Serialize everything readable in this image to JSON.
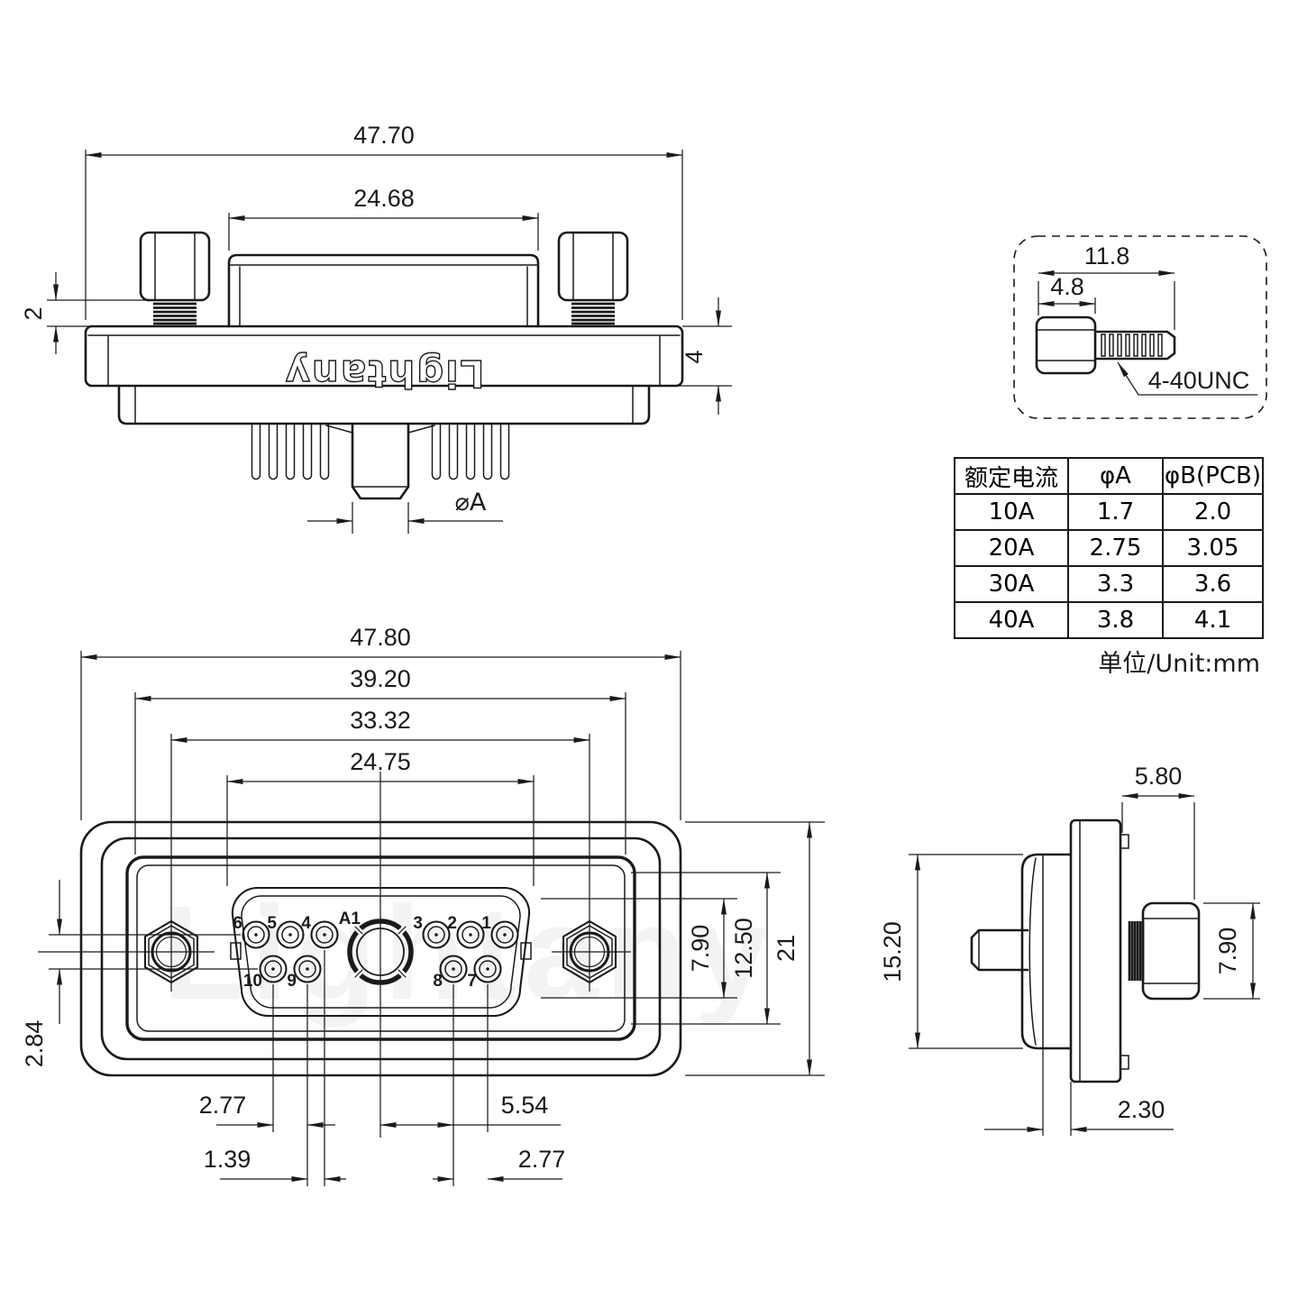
{
  "watermark": "Lightany",
  "logo": "Lightany",
  "top_view": {
    "dim_width": "47.70",
    "dim_hood": "24.68",
    "dim_gap": "2",
    "dim_flange_thickness": "4",
    "dim_pin_dia": "⌀A"
  },
  "screw_detail": {
    "dim_total": "11.8",
    "dim_head": "4.8",
    "thread_label": "4-40UNC"
  },
  "spec_table": {
    "headers": [
      "额定电流",
      "φA",
      "φB(PCB)"
    ],
    "rows": [
      [
        "10A",
        "1.7",
        "2.0"
      ],
      [
        "20A",
        "2.75",
        "3.05"
      ],
      [
        "30A",
        "3.3",
        "3.6"
      ],
      [
        "40A",
        "3.8",
        "4.1"
      ]
    ],
    "unit_note": "单位/Unit:mm"
  },
  "front_view": {
    "dim_outer_width": "47.80",
    "dim_seal_width": "39.20",
    "dim_hole_span": "33.32",
    "dim_insert_width": "24.75",
    "dim_insert_height": "7.90",
    "dim_inner_height": "12.50",
    "dim_outer_height": "21",
    "dim_row_offset": "2.84",
    "dim_pitch_left": "2.77",
    "dim_half_pitch": "1.39",
    "dim_big_span": "5.54",
    "dim_pitch_right": "2.77",
    "pins": {
      "top": [
        "6",
        "5",
        "4",
        "A1",
        "3",
        "2",
        "1"
      ],
      "bottom": [
        "10",
        "9",
        "8",
        "7"
      ]
    }
  },
  "side_view": {
    "dim_head_width": "5.80",
    "dim_body_height": "15.20",
    "dim_head_height": "7.90",
    "dim_face_depth": "2.30"
  }
}
